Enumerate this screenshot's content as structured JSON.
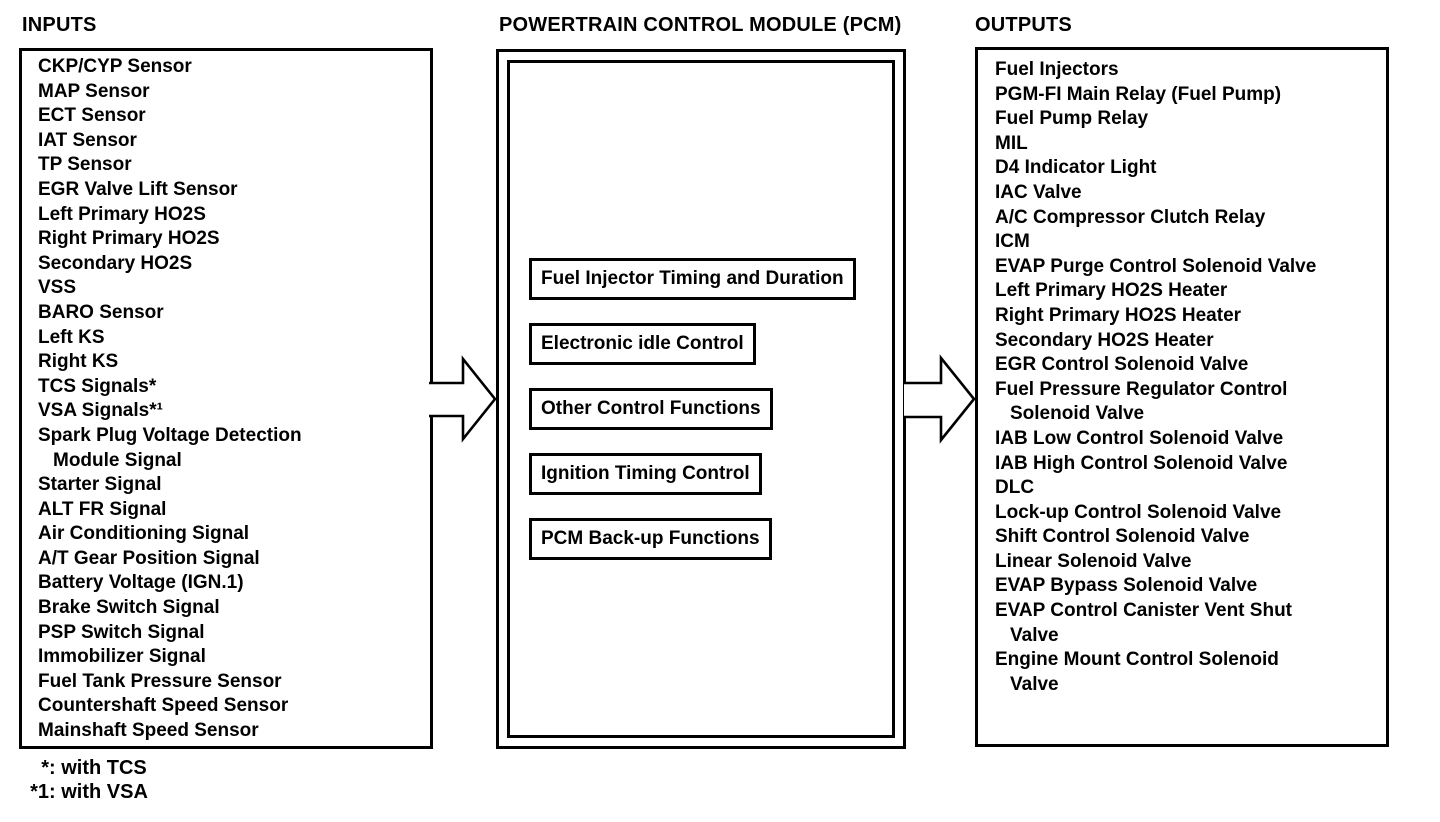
{
  "page": {
    "paper_color": "#ffffff",
    "ink_color": "#000000"
  },
  "inputs": {
    "title": "INPUTS",
    "items": [
      {
        "text": "CKP/CYP Sensor"
      },
      {
        "text": "MAP Sensor"
      },
      {
        "text": "ECT Sensor"
      },
      {
        "text": "IAT Sensor"
      },
      {
        "text": "TP Sensor"
      },
      {
        "text": "EGR Valve Lift Sensor"
      },
      {
        "text": "Left Primary HO2S"
      },
      {
        "text": "Right Primary HO2S"
      },
      {
        "text": "Secondary HO2S"
      },
      {
        "text": "VSS"
      },
      {
        "text": "BARO Sensor"
      },
      {
        "text": "Left KS"
      },
      {
        "text": "Right KS"
      },
      {
        "text": "TCS Signals*"
      },
      {
        "text": "VSA Signals*¹"
      },
      {
        "text": "Spark Plug Voltage Detection"
      },
      {
        "text": "Module Signal",
        "class": "indent"
      },
      {
        "text": "Starter Signal"
      },
      {
        "text": "ALT FR Signal"
      },
      {
        "text": "Air Conditioning Signal"
      },
      {
        "text": "A/T Gear Position Signal"
      },
      {
        "text": "Battery Voltage (IGN.1)"
      },
      {
        "text": "Brake Switch Signal"
      },
      {
        "text": "PSP Switch Signal"
      },
      {
        "text": "Immobilizer Signal"
      },
      {
        "text": "Fuel Tank Pressure Sensor"
      },
      {
        "text": "Countershaft Speed Sensor"
      },
      {
        "text": "Mainshaft Speed Sensor"
      }
    ]
  },
  "pcm": {
    "title": "POWERTRAIN CONTROL MODULE (PCM)",
    "functions": [
      "Fuel Injector Timing and Duration",
      "Electronic idle Control",
      "Other Control Functions",
      "Ignition Timing Control",
      "PCM Back-up Functions"
    ]
  },
  "outputs": {
    "title": "OUTPUTS",
    "items": [
      {
        "text": "Fuel Injectors"
      },
      {
        "text": "PGM-FI Main Relay (Fuel Pump)"
      },
      {
        "text": "Fuel Pump Relay"
      },
      {
        "text": "MIL"
      },
      {
        "text": "D4 Indicator Light"
      },
      {
        "text": "IAC Valve"
      },
      {
        "text": "A/C Compressor Clutch Relay"
      },
      {
        "text": "ICM"
      },
      {
        "text": "EVAP Purge Control Solenoid Valve"
      },
      {
        "text": "Left Primary HO2S Heater"
      },
      {
        "text": "Right Primary HO2S Heater"
      },
      {
        "text": "Secondary HO2S Heater"
      },
      {
        "text": "EGR Control Solenoid Valve"
      },
      {
        "text": "Fuel Pressure Regulator Control"
      },
      {
        "text": "Solenoid Valve",
        "class": "indent"
      },
      {
        "text": "IAB Low Control Solenoid Valve"
      },
      {
        "text": "IAB High Control Solenoid Valve"
      },
      {
        "text": "DLC"
      },
      {
        "text": "Lock-up Control Solenoid Valve"
      },
      {
        "text": "Shift Control Solenoid Valve"
      },
      {
        "text": "Linear Solenoid Valve"
      },
      {
        "text": "EVAP Bypass Solenoid Valve"
      },
      {
        "text": "EVAP Control Canister Vent Shut"
      },
      {
        "text": "Valve",
        "class": "indent"
      },
      {
        "text": "Engine Mount Control Solenoid"
      },
      {
        "text": "Valve",
        "class": "indent"
      }
    ]
  },
  "arrows": {
    "inputs_to_pcm": "block-arrow-right",
    "pcm_to_outputs": "block-arrow-right"
  },
  "footnotes": [
    {
      "marker": "*",
      "text": ": with TCS"
    },
    {
      "marker": "*1",
      "text": ": with VSA"
    }
  ]
}
